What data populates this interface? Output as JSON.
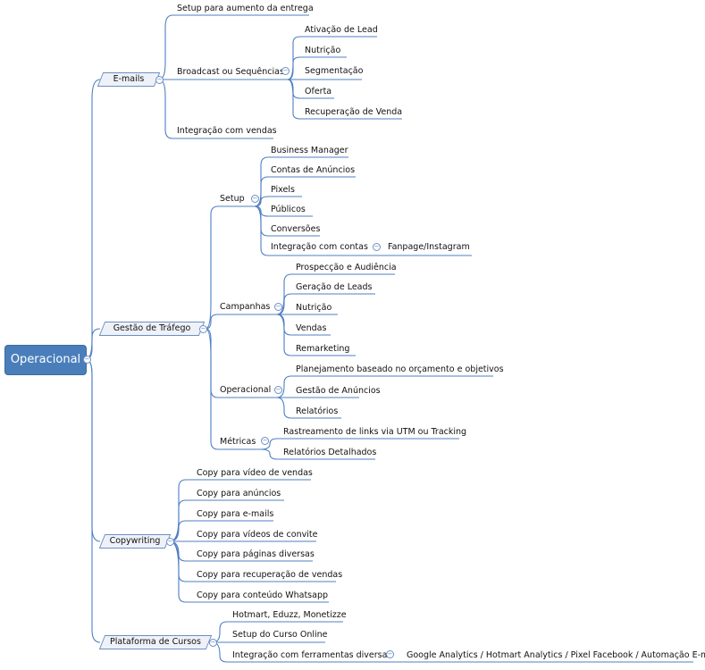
{
  "root": "Operacional",
  "branches": [
    {
      "label": "E-mails",
      "children": [
        {
          "label": "Setup para aumento da entrega"
        },
        {
          "label": "Broadcast ou Sequências",
          "children": [
            "Ativação de Lead",
            "Nutrição",
            "Segmentação",
            "Oferta",
            "Recuperação de Venda"
          ]
        },
        {
          "label": "Integração com vendas"
        }
      ]
    },
    {
      "label": "Gestão de Tráfego",
      "children": [
        {
          "label": "Setup",
          "children": [
            "Business Manager",
            "Contas de Anúncios",
            "Pixels",
            "Públicos",
            "Conversões",
            "Integração com contas"
          ],
          "sub": {
            "parent": "Integração com contas",
            "label": "Fanpage/Instagram"
          }
        },
        {
          "label": "Campanhas",
          "children": [
            "Prospecção e Audiência",
            "Geração de Leads",
            "Nutrição",
            "Vendas",
            "Remarketing"
          ]
        },
        {
          "label": "Operacional",
          "children": [
            "Planejamento baseado no orçamento e objetivos",
            "Gestão de Anúncios",
            "Relatórios"
          ]
        },
        {
          "label": "Métricas",
          "children": [
            "Rastreamento de links via UTM ou Tracking",
            "Relatórios Detalhados"
          ]
        }
      ]
    },
    {
      "label": "Copywriting",
      "children": [
        {
          "label": "Copy para vídeo de vendas"
        },
        {
          "label": "Copy para anúncios"
        },
        {
          "label": "Copy para e-mails"
        },
        {
          "label": "Copy para vídeos de convite"
        },
        {
          "label": "Copy para páginas diversas"
        },
        {
          "label": "Copy para recuperação de vendas"
        },
        {
          "label": "Copy para conteúdo Whatsapp"
        }
      ]
    },
    {
      "label": "Plataforma de Cursos",
      "children": [
        {
          "label": "Hotmart, Eduzz, Monetizze"
        },
        {
          "label": "Setup do Curso Online"
        },
        {
          "label": "Integração com ferramentas diversas",
          "children": [
            "Google Analytics / Hotmart Analytics / Pixel Facebook / Automação E-mails"
          ]
        }
      ]
    }
  ],
  "colors": {
    "line": "#4f7fc2",
    "root": "#4a7ebb",
    "branch_fill": "#eef2f8"
  }
}
